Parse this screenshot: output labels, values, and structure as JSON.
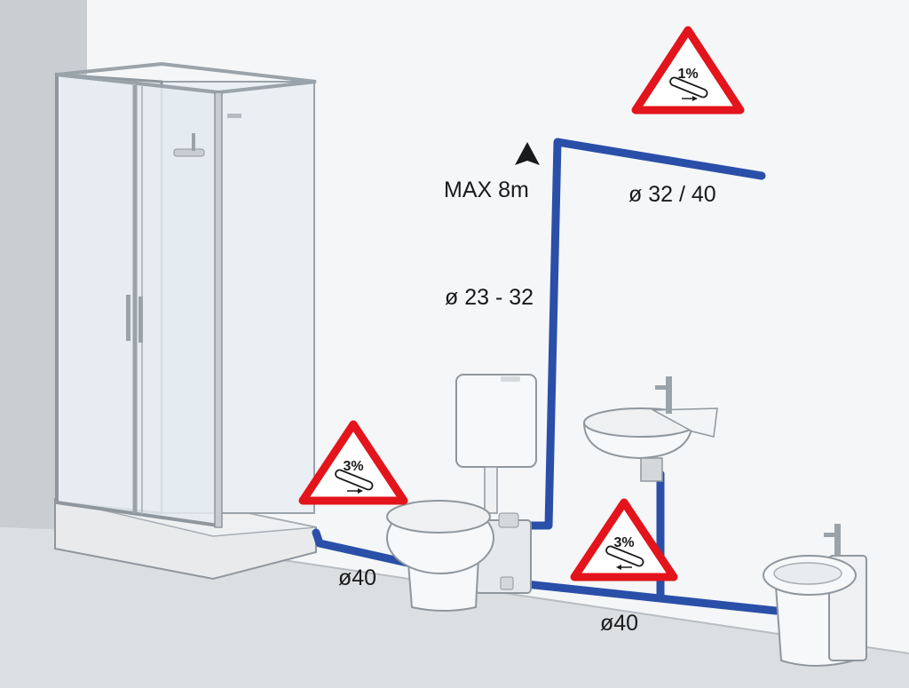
{
  "labels": {
    "max_height": "MAX 8m",
    "riser_diameter": "ø 23 - 32",
    "top_pipe_diameter": "ø 32 / 40",
    "shower_pipe_diameter": "ø40",
    "floor_pipe_diameter": "ø40"
  },
  "slope_signs": {
    "top": "1%",
    "shower": "3%",
    "basin": "3%"
  },
  "colors": {
    "pipe": "#2a4fa8",
    "warning_red": "#e3141b",
    "floor": "#dcdfe2",
    "wall": "#f4f6f8",
    "left_wall": "#c9ced3",
    "fixture": "#f7f8f9",
    "fixture_outline": "#8f979e"
  },
  "icons": {
    "riser_arrow": "up-arrow-icon",
    "slope_sign": "warning-triangle-pipe-icon"
  }
}
